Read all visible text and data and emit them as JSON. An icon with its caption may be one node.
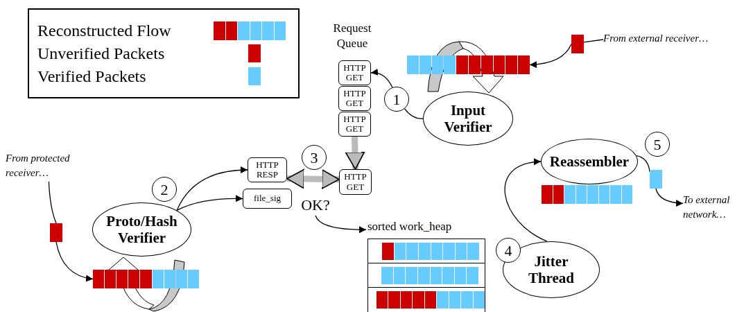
{
  "diagram": {
    "nodes": [
      {
        "text": [
          "HTTP GET"
        ]
      },
      {
        "text": [
          "HTTP GET"
        ]
      },
      {
        "text": [
          "HTTP GET"
        ]
      },
      {
        "text": [
          "HTTP GET"
        ]
      },
      {
        "text": [
          "HTTP RESP"
        ]
      },
      {
        "text": [
          "file_sig"
        ]
      },
      {
        "text": [
          "Input Verifier"
        ]
      },
      {
        "text": [
          "Proto/Hash Verifier"
        ]
      },
      {
        "text": [
          "Reassembler"
        ]
      },
      {
        "text": [
          "Jitter Thread"
        ]
      },
      {
        "text": [
          "From external receiver…"
        ]
      },
      {
        "text": [
          "From protected receiver…"
        ]
      },
      {
        "text": [
          "To external network…"
        ]
      },
      {
        "text": [
          "sorted work_heap"
        ]
      },
      {
        "text": [
          "1"
        ]
      },
      {
        "text": [
          "2"
        ]
      },
      {
        "text": [
          "3"
        ]
      },
      {
        "text": [
          "4"
        ]
      },
      {
        "text": [
          "5"
        ]
      },
      {
        "text": [
          "OK?"
        ]
      },
      {
        "text": [],
        "shape": "bar"
      },
      {
        "text": [],
        "shape": "bar"
      },
      {
        "text": [],
        "shape": "bar"
      },
      {
        "text": [],
        "shape": "bar"
      },
      {
        "text": [],
        "shape": "bar"
      },
      {
        "text": [],
        "shape": "bar"
      }
    ],
    "edges": [
      {
        "from": 6,
        "to": 14,
        "arrow": "none"
      },
      {
        "from": 14,
        "to": 0,
        "arrow": "to"
      },
      {
        "from": 10,
        "to": 20,
        "arrow": "none"
      },
      {
        "from": 20,
        "to": 21,
        "arrow": "to"
      },
      {
        "from": 11,
        "to": 22,
        "arrow": "none"
      },
      {
        "from": 22,
        "to": 23,
        "arrow": "to"
      },
      {
        "from": 7,
        "to": 4,
        "arrow": "to"
      },
      {
        "from": 7,
        "to": 5,
        "arrow": "to"
      },
      {
        "from": 4,
        "to": 3,
        "arrow": "both",
        "style": "thick",
        "color": "#bbbbbb"
      },
      {
        "from": 2,
        "to": 3,
        "arrow": "to",
        "style": "thick",
        "color": "#bbbbbb"
      },
      {
        "from": 19,
        "to": 13,
        "arrow": "to"
      },
      {
        "from": 9,
        "to": 8,
        "arrow": "to"
      },
      {
        "from": 8,
        "to": 24,
        "arrow": "none"
      },
      {
        "from": 24,
        "to": 12,
        "arrow": "to"
      }
    ],
    "labels": [
      "Request Queue"
    ],
    "legend": [
      {
        "text": "Reconstructed Flow"
      },
      {
        "text": "Unverified Packets",
        "color": "#cc0000"
      },
      {
        "text": "Verified Packets",
        "color": "#66ccff"
      }
    ]
  }
}
